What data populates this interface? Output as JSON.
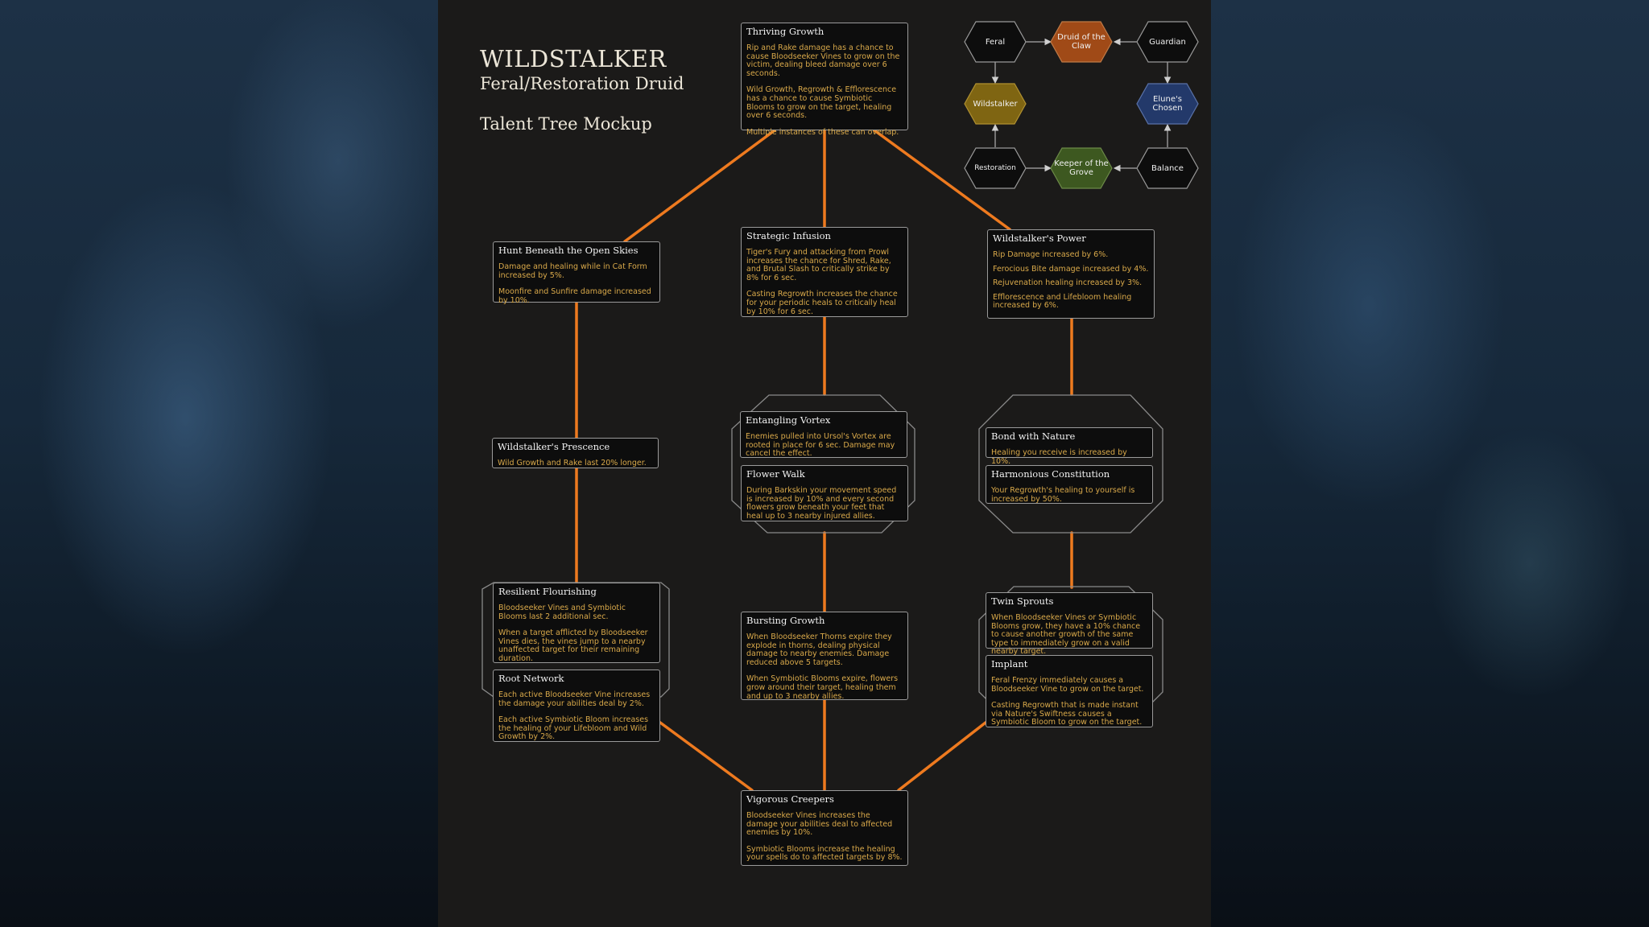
{
  "header": {
    "title": "WILDSTALKER",
    "subtitle": "Feral/Restoration Druid",
    "caption": "Talent Tree Mockup"
  },
  "colors": {
    "connector": "#ee7a1f",
    "card_border": "#9a9a9a",
    "card_title": "#f2f2f2",
    "card_text": "#d9a94a",
    "druid_of_the_claw": "#a04a17",
    "wildstalker": "#7f6512",
    "elunes_chosen": "#23396a",
    "keeper_of_the_grove": "#3d5820"
  },
  "hero_map": {
    "nodes": [
      {
        "id": "feral",
        "label": "Feral"
      },
      {
        "id": "druid_claw",
        "label": "Druid of the Claw"
      },
      {
        "id": "guardian",
        "label": "Guardian"
      },
      {
        "id": "wildstalker",
        "label": "Wildstalker"
      },
      {
        "id": "elune",
        "label": "Elune's Chosen"
      },
      {
        "id": "restoration",
        "label": "Restoration"
      },
      {
        "id": "keeper",
        "label": "Keeper of the Grove"
      },
      {
        "id": "balance",
        "label": "Balance"
      }
    ]
  },
  "talents": {
    "thriving_growth": {
      "name": "Thriving Growth",
      "desc": [
        "Rip and Rake damage has a chance to cause Bloodseeker Vines to grow on the victim, dealing bleed damage over 6 seconds.",
        "Wild Growth, Regrowth & Efflorescence has a chance to cause Symbiotic Blooms to grow on the target, healing over 6 seconds.",
        "Multiple instances of these can overlap."
      ]
    },
    "hunt_beneath": {
      "name": "Hunt Beneath the Open Skies",
      "desc": [
        "Damage and healing while in Cat Form increased by 5%.",
        "Moonfire and Sunfire damage increased by 10%."
      ]
    },
    "strategic_infusion": {
      "name": "Strategic Infusion",
      "desc": [
        "Tiger's Fury and attacking from Prowl increases the chance for Shred, Rake, and Brutal Slash to critically strike by 8% for 6 sec.",
        "Casting Regrowth increases the chance for your periodic heals to critically heal by 10% for 6 sec."
      ]
    },
    "wildstalkers_power": {
      "name": "Wildstalker's Power",
      "desc": [
        "Rip Damage increased by 6%.",
        "Ferocious Bite damage increased by 4%.",
        "Rejuvenation healing increased by 3%.",
        "Efflorescence and Lifebloom healing increased by 6%."
      ]
    },
    "wildstalkers_prescence": {
      "name": "Wildstalker's Prescence",
      "desc": [
        "Wild Growth and Rake last 20% longer."
      ]
    },
    "entangling_vortex": {
      "name": "Entangling Vortex",
      "desc": [
        "Enemies pulled into Ursol's Vortex are rooted in place for 6 sec. Damage may cancel the effect."
      ]
    },
    "flower_walk": {
      "name": "Flower Walk",
      "desc": [
        "During Barkskin your movement speed is increased by 10% and every second flowers grow beneath your feet that heal up to 3 nearby injured allies."
      ]
    },
    "bond_with_nature": {
      "name": "Bond with Nature",
      "desc": [
        "Healing you receive is increased by 10%."
      ]
    },
    "harmonious_constitution": {
      "name": "Harmonious Constitution",
      "desc": [
        "Your Regrowth's healing to yourself is increased by 50%."
      ]
    },
    "resilient_flourishing": {
      "name": "Resilient Flourishing",
      "desc": [
        "Bloodseeker Vines and Symbiotic Blooms last 2 additional sec.",
        "When a target afflicted by Bloodseeker Vines dies, the vines jump to a nearby unaffected target for their remaining duration."
      ]
    },
    "root_network": {
      "name": "Root Network",
      "desc": [
        "Each active Bloodseeker Vine increases the damage your abilities deal by 2%.",
        "Each active Symbiotic Bloom increases the healing of your Lifebloom and Wild Growth by 2%."
      ]
    },
    "bursting_growth": {
      "name": "Bursting Growth",
      "desc": [
        "When Bloodseeker Thorns expire they explode in thorns, dealing physical damage to nearby enemies. Damage reduced above 5 targets.",
        "When Symbiotic Blooms expire, flowers grow around their target, healing them and up to 3 nearby allies."
      ]
    },
    "twin_sprouts": {
      "name": "Twin Sprouts",
      "desc": [
        "When Bloodseeker Vines or Symbiotic Blooms grow, they have a 10% chance to cause another growth of the same type to immediately grow on a valid nearby target."
      ]
    },
    "implant": {
      "name": "Implant",
      "desc": [
        "Feral Frenzy immediately causes a Bloodseeker Vine to grow on the target.",
        "Casting Regrowth that is made instant via Nature's Swiftness causes a Symbiotic Bloom to grow on the target."
      ]
    },
    "vigorous_creepers": {
      "name": "Vigorous Creepers",
      "desc": [
        "Bloodseeker Vines increases the damage your abilities deal to affected enemies by 10%.",
        "Symbiotic Blooms increase the healing your spells do to affected targets by 8%."
      ]
    }
  }
}
